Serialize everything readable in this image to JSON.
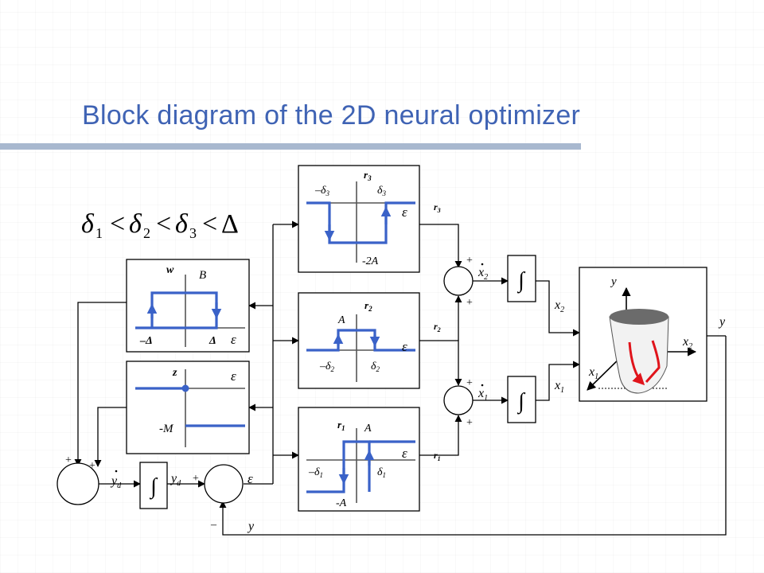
{
  "title": "Block diagram of the 2D neural optimizer",
  "colors": {
    "title": "#3f63b4",
    "signal": "#3a62c8",
    "trajectory": "#e0141b",
    "rule": "#a8b8cf"
  },
  "inequality": {
    "d1": "δ",
    "s1": "1",
    "lt": "<",
    "d2": "δ",
    "s2": "2",
    "d3": "δ",
    "s3": "3",
    "Delta": "Δ"
  },
  "blocks": {
    "hyst_w": {
      "axis": "w",
      "level": "B",
      "neg_delta": "–Δ",
      "pos_delta": "Δ",
      "input": "ε"
    },
    "step_z": {
      "axis": "z",
      "level": "-M",
      "input": "ε"
    },
    "hyst_r3": {
      "axis": "r",
      "axis_sub": "3",
      "neg": "–δ",
      "neg_sub": "3",
      "pos": "δ",
      "pos_sub": "3",
      "level": "-2A",
      "input": "ε"
    },
    "hyst_r2": {
      "axis": "r",
      "axis_sub": "2",
      "neg": "–δ",
      "neg_sub": "2",
      "pos": "δ",
      "pos_sub": "2",
      "level": "A",
      "input": "ε"
    },
    "hyst_r1": {
      "axis": "r",
      "axis_sub": "1",
      "neg": "–δ",
      "neg_sub": "1",
      "pos": "δ",
      "pos_sub": "1",
      "level_top": "A",
      "level_bottom": "-A",
      "input": "ε"
    },
    "plant": {
      "y_axis": "y",
      "x1_axis": "x",
      "x1_sub": "1",
      "x2_axis": "x",
      "x2_sub": "2"
    }
  },
  "signals": {
    "r1": "r",
    "r1_sub": "1",
    "r2": "r",
    "r2_sub": "2",
    "r3": "r",
    "r3_sub": "3",
    "x1dot": "x",
    "x1dot_sub": "1",
    "x2dot": "x",
    "x2dot_sub": "2",
    "x1": "x",
    "x1_sub": "1",
    "x2": "x",
    "x2_sub": "2",
    "y": "y",
    "y_out": "y",
    "yd_dot": "y",
    "yd_dot_sub": "d",
    "yd": "y",
    "yd_sub": "d",
    "epsilon": "ε"
  },
  "signs": {
    "plus": "+",
    "minus": "–"
  },
  "integrator_symbol": "∫"
}
